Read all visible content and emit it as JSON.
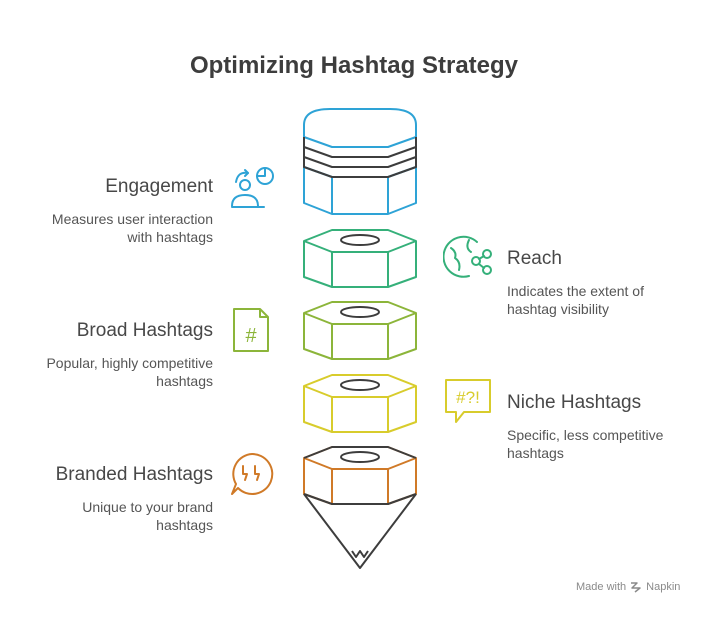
{
  "title": "Optimizing Hashtag Strategy",
  "colors": {
    "engagement": "#2ea3d6",
    "reach": "#35b07a",
    "broad": "#8cb53a",
    "niche": "#d8cc2c",
    "branded": "#d07a28",
    "neutral": "#3d3d3d"
  },
  "items": {
    "engagement": {
      "label": "Engagement",
      "desc_line1": "Measures user interaction",
      "desc_line2": "with hashtags",
      "icon": "engagement-icon"
    },
    "reach": {
      "label": "Reach",
      "desc_line1": "Indicates the extent of",
      "desc_line2": "hashtag visibility",
      "icon": "network-globe-icon"
    },
    "broad": {
      "label": "Broad Hashtags",
      "desc_line1": "Popular, highly competitive",
      "desc_line2": "hashtags",
      "icon": "hashtag-document-icon"
    },
    "niche": {
      "label": "Niche Hashtags",
      "desc_line1": "Specific, less competitive",
      "desc_line2": "hashtags",
      "icon": "hashtag-speech-bubble-icon",
      "icon_text": "#?!"
    },
    "branded": {
      "label": "Branded Hashtags",
      "desc_line1": "Unique to your brand",
      "desc_line2": "hashtags",
      "icon": "quote-bubble-icon"
    }
  },
  "footer": {
    "made_with": "Made with",
    "brand": "Napkin"
  }
}
